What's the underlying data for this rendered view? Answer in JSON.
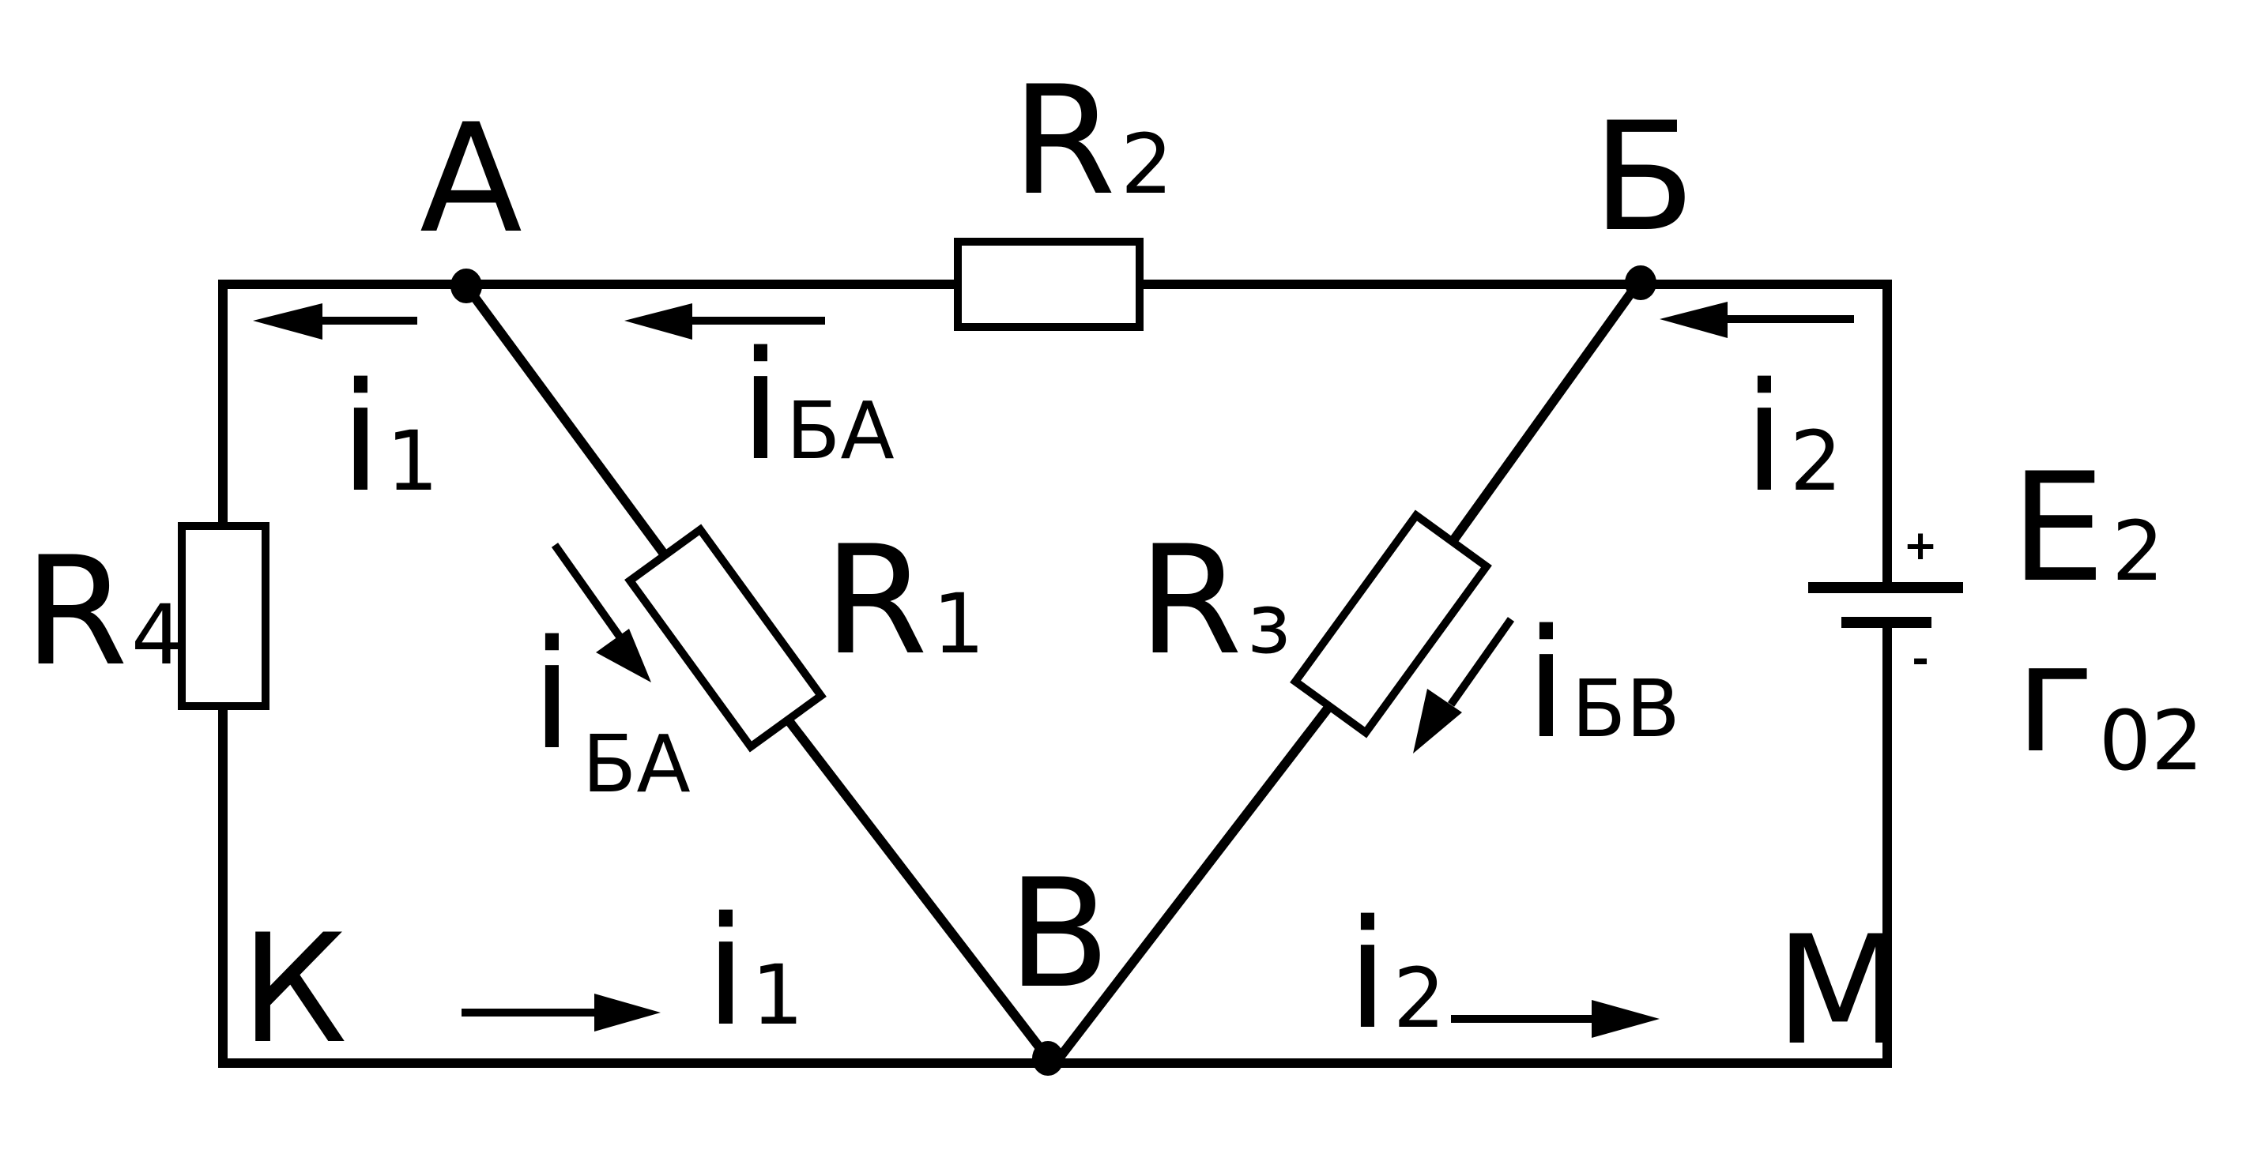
{
  "diagram": {
    "type": "electric circuit",
    "colors": {
      "line": "#000000",
      "background": "#ffffff"
    },
    "nodes": {
      "A": "А",
      "B_cyr": "Б",
      "V": "В",
      "K": "К",
      "M": "М"
    },
    "components": {
      "R1": {
        "main": "R",
        "sub": "1"
      },
      "R2": {
        "main": "R",
        "sub": "2"
      },
      "R3": {
        "main": "R",
        "sub": "з"
      },
      "R4": {
        "main": "R",
        "sub": "4"
      },
      "E2": {
        "main": "E",
        "sub": "2"
      },
      "r02": {
        "main": "г",
        "sub": "02"
      },
      "plus": "+",
      "minus": "-"
    },
    "currents": {
      "i1_top": {
        "main": "i",
        "sub": "1"
      },
      "iBA_top": {
        "main": "i",
        "sub": "БА"
      },
      "i2_top": {
        "main": "i",
        "sub": "2"
      },
      "iBA_diag": {
        "main": "i",
        "sub": "БА"
      },
      "iBV_diag": {
        "main": "i",
        "sub": "БВ"
      },
      "i1_bottom": {
        "main": "i",
        "sub": "1"
      },
      "i2_bottom": {
        "main": "i",
        "sub": "2"
      }
    }
  }
}
